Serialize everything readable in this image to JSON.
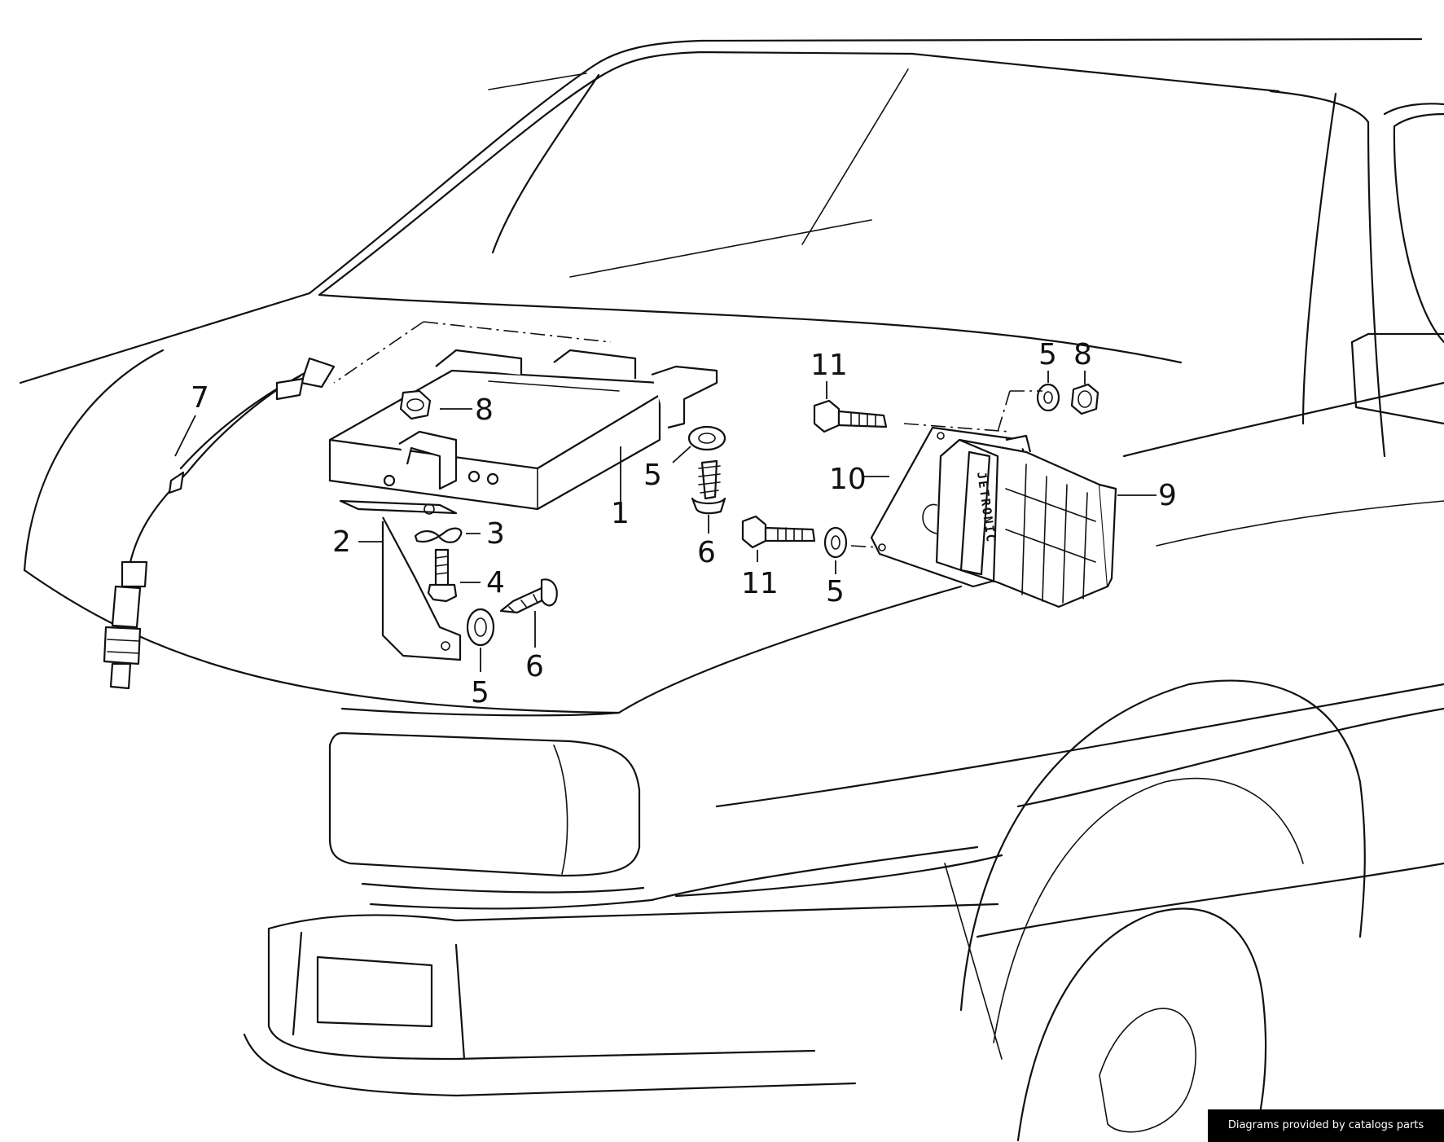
{
  "diagram": {
    "brand_text": "JETRONIC",
    "callouts": [
      {
        "id": "1",
        "text": "1"
      },
      {
        "id": "2",
        "text": "2"
      },
      {
        "id": "3",
        "text": "3"
      },
      {
        "id": "4",
        "text": "4"
      },
      {
        "id": "5a",
        "text": "5"
      },
      {
        "id": "5b",
        "text": "5"
      },
      {
        "id": "5c",
        "text": "5"
      },
      {
        "id": "5d",
        "text": "5"
      },
      {
        "id": "6a",
        "text": "6"
      },
      {
        "id": "6b",
        "text": "6"
      },
      {
        "id": "7",
        "text": "7"
      },
      {
        "id": "8a",
        "text": "8"
      },
      {
        "id": "8b",
        "text": "8"
      },
      {
        "id": "9",
        "text": "9"
      },
      {
        "id": "10",
        "text": "10"
      },
      {
        "id": "11a",
        "text": "11"
      },
      {
        "id": "11b",
        "text": "11"
      }
    ]
  },
  "credit": {
    "text": "Diagrams provided by catalogs parts"
  }
}
